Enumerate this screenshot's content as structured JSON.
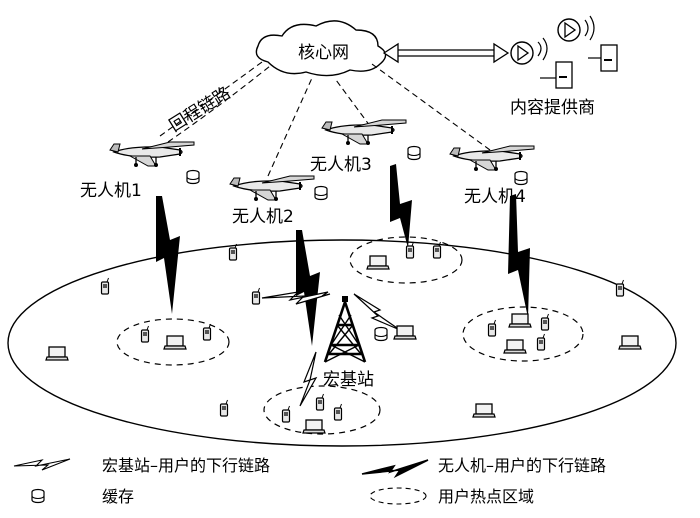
{
  "labels": {
    "core_network": "核心网",
    "backhaul_link": "回程链路",
    "content_provider": "内容提供商",
    "uav1": "无人机1",
    "uav2": "无人机2",
    "uav3": "无人机3",
    "uav4": "无人机4",
    "macro_bs": "宏基站"
  },
  "legend": {
    "bs_downlink": "宏基站–用户的下行链路",
    "uav_downlink": "无人机–用户的下行链路",
    "cache": "缓存",
    "hotspot": "用户热点区域"
  },
  "icons": [
    "cloud-icon",
    "uav-icon",
    "cache-icon",
    "base-station-tower-icon",
    "phone-icon",
    "laptop-icon",
    "server-icon",
    "play-icon"
  ]
}
